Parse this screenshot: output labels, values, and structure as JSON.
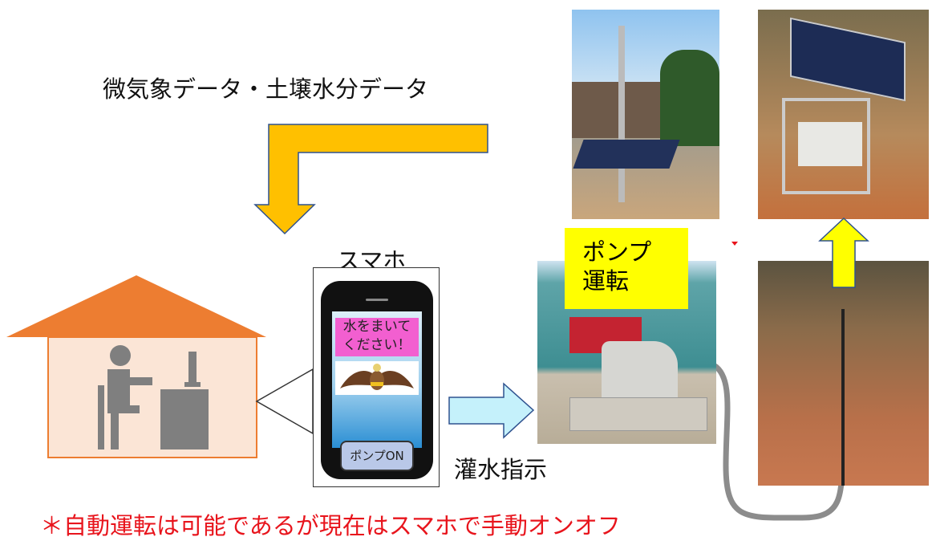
{
  "header": {
    "title": "微気象データ・土壌水分データ"
  },
  "phone": {
    "label": "スマホ",
    "message_line1": "水をまいて",
    "message_line2": "ください！",
    "button": "ポンプON"
  },
  "flow": {
    "instruction": "灌水指示"
  },
  "pump": {
    "label_line1": "ポンプ",
    "label_line2": "運転"
  },
  "note": "＊自動運転は可能であるが現在はスマホで手動オンオフ",
  "colors": {
    "data_arrow": "#FFC000",
    "roof": "#ED7D31",
    "house_wall": "#FBE5D6",
    "instruction_arrow": "#C5F1FB",
    "note": "#E8141C",
    "label_bg": "#FFFF00"
  }
}
